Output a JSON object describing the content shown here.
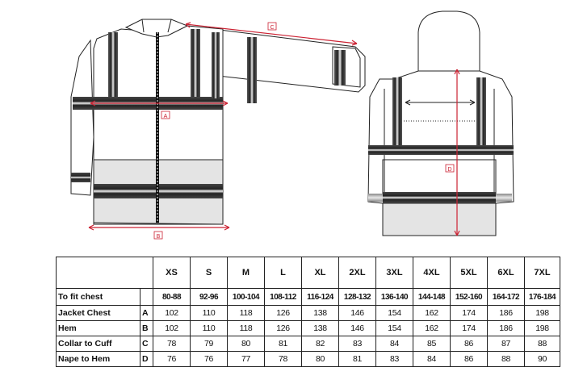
{
  "diagram": {
    "labels": {
      "a": "A",
      "b": "B",
      "c": "C",
      "d": "D"
    },
    "colors": {
      "reflective_dark": "#333333",
      "reflective_light": "#d9d9d9",
      "lower_panel": "#e4e4e4",
      "measure_red": "#cc2233",
      "outline": "#222222"
    }
  },
  "table": {
    "sizes": [
      "XS",
      "S",
      "M",
      "L",
      "XL",
      "2XL",
      "3XL",
      "4XL",
      "5XL",
      "6XL",
      "7XL"
    ],
    "rows": [
      {
        "label": "To fit chest",
        "letter": "",
        "values": [
          "80-88",
          "92-96",
          "100-104",
          "108-112",
          "116-124",
          "128-132",
          "136-140",
          "144-148",
          "152-160",
          "164-172",
          "176-184"
        ]
      },
      {
        "label": "Jacket Chest",
        "letter": "A",
        "values": [
          "102",
          "110",
          "118",
          "126",
          "138",
          "146",
          "154",
          "162",
          "174",
          "186",
          "198"
        ]
      },
      {
        "label": "Hem",
        "letter": "B",
        "values": [
          "102",
          "110",
          "118",
          "126",
          "138",
          "146",
          "154",
          "162",
          "174",
          "186",
          "198"
        ]
      },
      {
        "label": "Collar to Cuff",
        "letter": "C",
        "values": [
          "78",
          "79",
          "80",
          "81",
          "82",
          "83",
          "84",
          "85",
          "86",
          "87",
          "88"
        ]
      },
      {
        "label": "Nape to Hem",
        "letter": "D",
        "values": [
          "76",
          "76",
          "77",
          "78",
          "80",
          "81",
          "83",
          "84",
          "86",
          "88",
          "90"
        ]
      }
    ]
  }
}
